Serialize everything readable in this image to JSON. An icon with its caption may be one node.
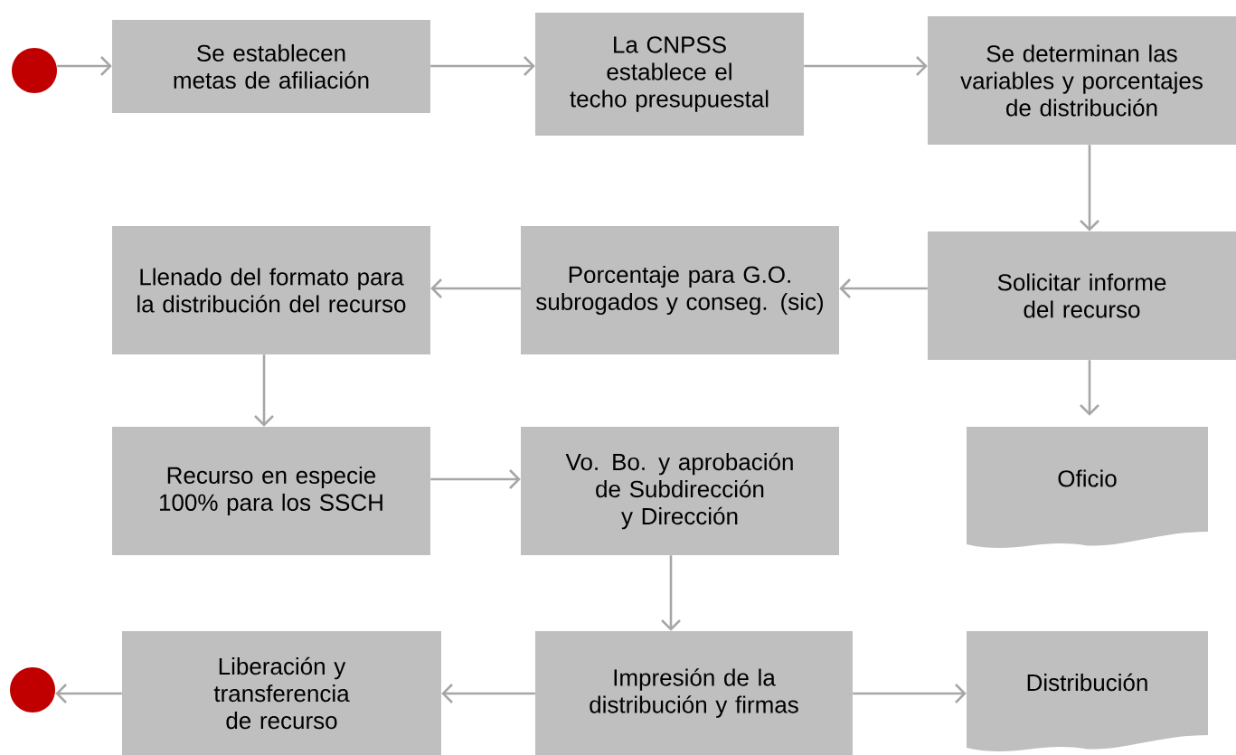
{
  "diagram": {
    "nodes": [
      {
        "text": [],
        "shape": "circle"
      },
      {
        "text": [
          "Se establecen metas de afiliación"
        ]
      },
      {
        "text": [
          "La CNPSS establece el techo presupuestal"
        ]
      },
      {
        "text": [
          "Se determinan las variables y porcentajes de distribución"
        ]
      },
      {
        "text": [
          "Solicitar informe del recurso"
        ]
      },
      {
        "text": [
          "Porcentaje para G.O. subrogados y conseg. (sic)"
        ]
      },
      {
        "text": [
          "Llenado del formato para la distribución del recurso"
        ]
      },
      {
        "text": [
          "Oficio"
        ]
      },
      {
        "text": [
          "Recurso en especie 100% para los SSCH"
        ]
      },
      {
        "text": [
          "Vo. Bo. y aprobación de Subdirección y Dirección"
        ]
      },
      {
        "text": [
          "Impresión de la distribución y firmas"
        ]
      },
      {
        "text": [
          "Liberación y transferencia de recurso"
        ]
      },
      {
        "text": [
          "Distribución"
        ]
      },
      {
        "text": [],
        "shape": "circle"
      }
    ],
    "edges": [
      {
        "from": 0,
        "to": 1,
        "arrow": "to"
      },
      {
        "from": 1,
        "to": 2,
        "arrow": "to"
      },
      {
        "from": 2,
        "to": 3,
        "arrow": "to"
      },
      {
        "from": 3,
        "to": 4,
        "arrow": "to"
      },
      {
        "from": 4,
        "to": 5,
        "arrow": "to"
      },
      {
        "from": 5,
        "to": 6,
        "arrow": "to"
      },
      {
        "from": 4,
        "to": 7,
        "arrow": "to"
      },
      {
        "from": 6,
        "to": 8,
        "arrow": "to"
      },
      {
        "from": 8,
        "to": 9,
        "arrow": "to"
      },
      {
        "from": 9,
        "to": 10,
        "arrow": "to"
      },
      {
        "from": 10,
        "to": 11,
        "arrow": "to"
      },
      {
        "from": 11,
        "to": 13,
        "arrow": "to"
      },
      {
        "from": 10,
        "to": 12,
        "arrow": "to"
      }
    ]
  }
}
